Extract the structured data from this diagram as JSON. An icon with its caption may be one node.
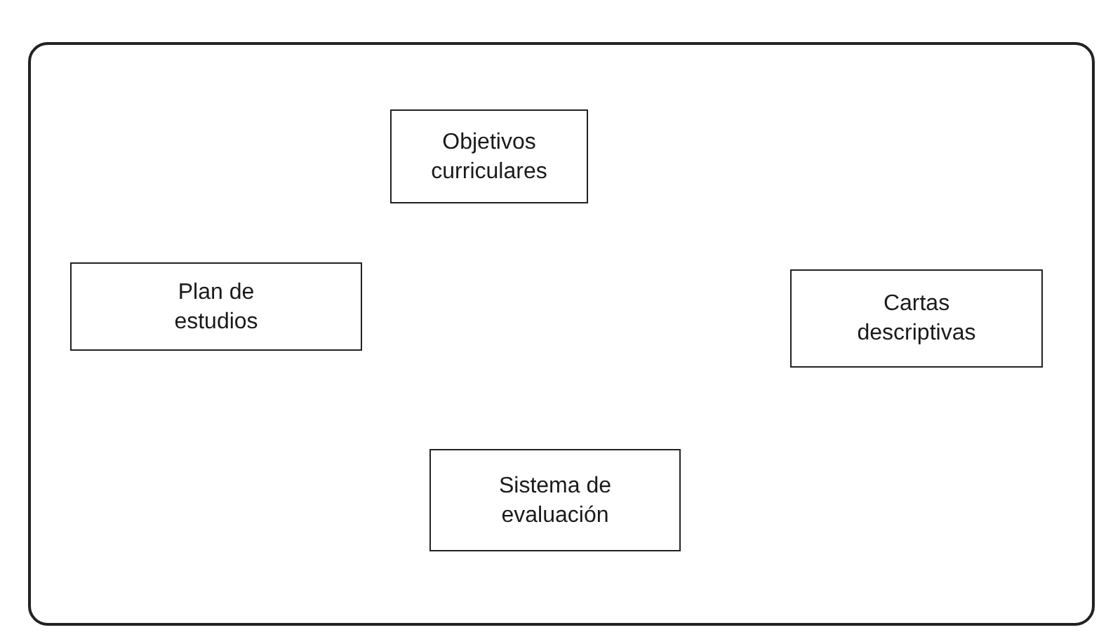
{
  "diagram": {
    "nodes": [
      {
        "text": [
          "Objetivos curriculares"
        ]
      },
      {
        "text": [
          "Plan de estudios"
        ]
      },
      {
        "text": [
          "Cartas descriptivas"
        ]
      },
      {
        "text": [
          "Sistema de evaluación"
        ]
      }
    ]
  }
}
